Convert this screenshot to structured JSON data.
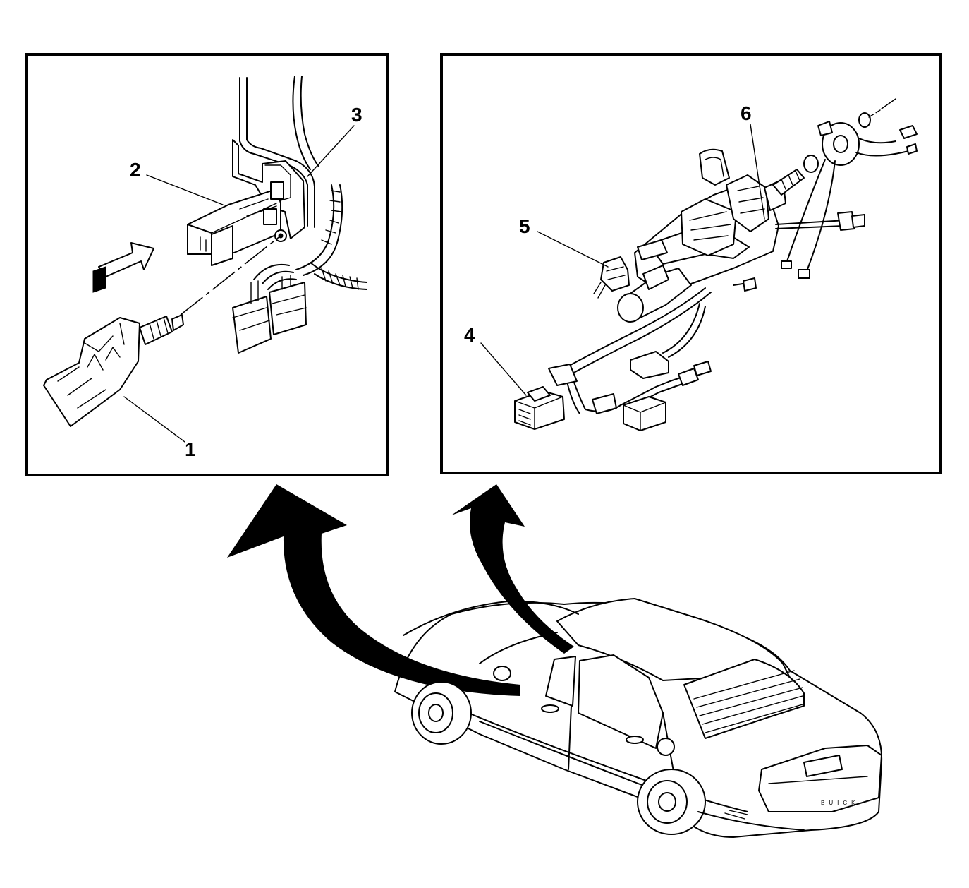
{
  "callouts": {
    "c1": "1",
    "c2": "2",
    "c3": "3",
    "c4": "4",
    "c5": "5",
    "c6": "6"
  },
  "vehicle_badge": "BUICK",
  "colors": {
    "line": "#000000",
    "background": "#ffffff"
  }
}
